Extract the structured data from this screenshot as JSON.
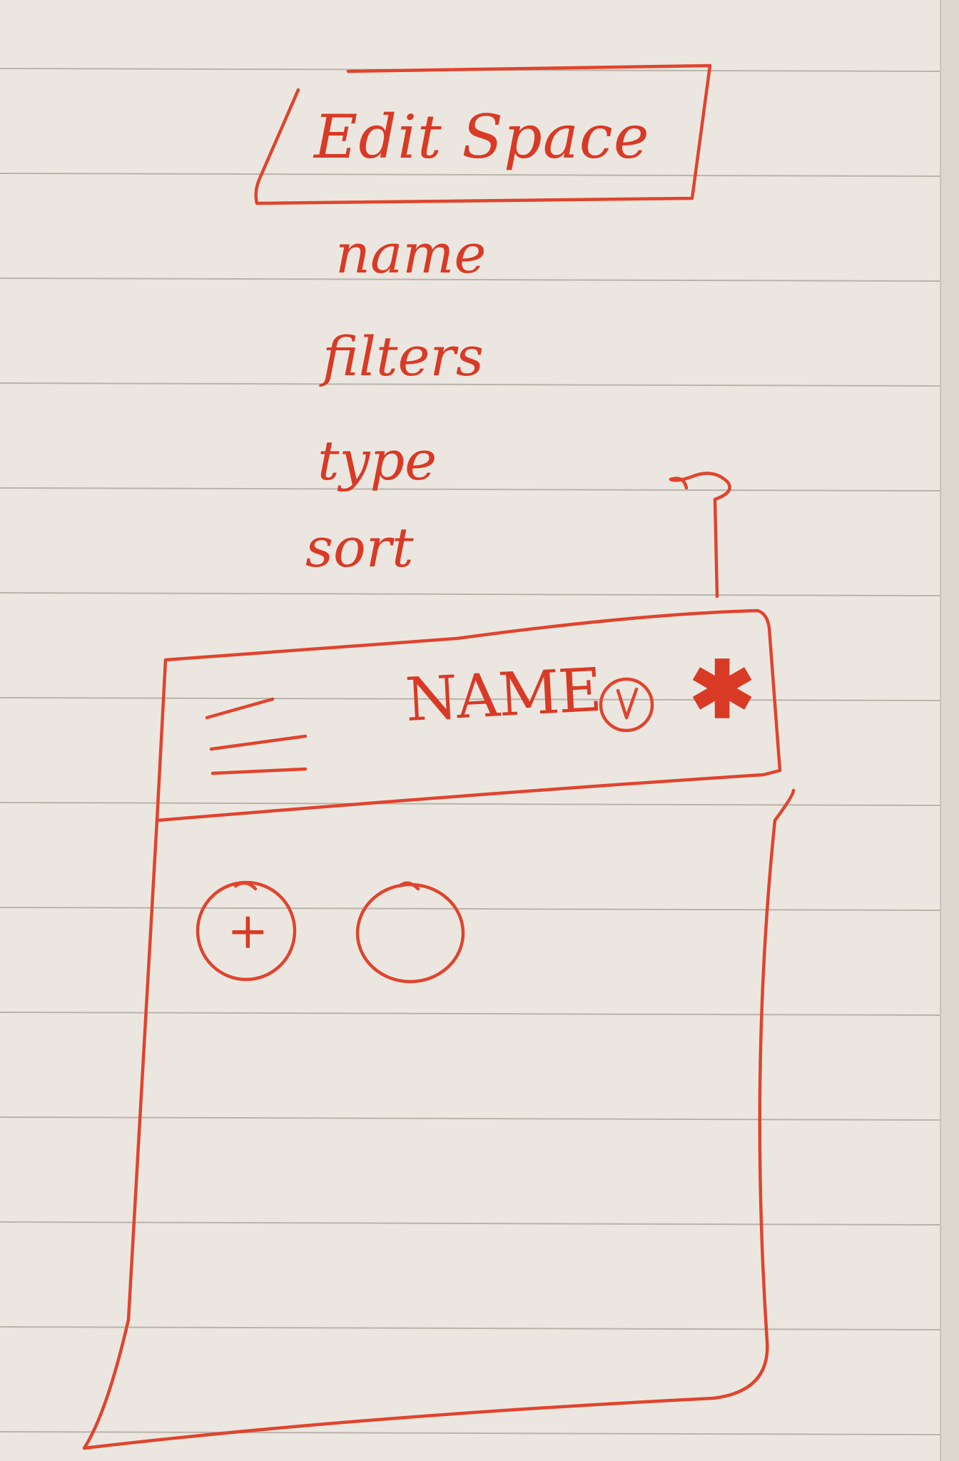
{
  "title": "Edit Space",
  "fields": [
    "name",
    "filters",
    "type",
    "sort"
  ],
  "header": {
    "name": "NAME"
  },
  "icons": {
    "menu": "hamburger-menu-icon",
    "dropdown": "circled-v-icon",
    "star": "asterisk-icon",
    "add": "plus-circle-icon",
    "item": "empty-circle-icon",
    "navigate": "curved-arrow-icon"
  },
  "colors": {
    "ink": "#e0442e",
    "paper": "#ebe7e0",
    "rule": "#b9b3aa"
  }
}
